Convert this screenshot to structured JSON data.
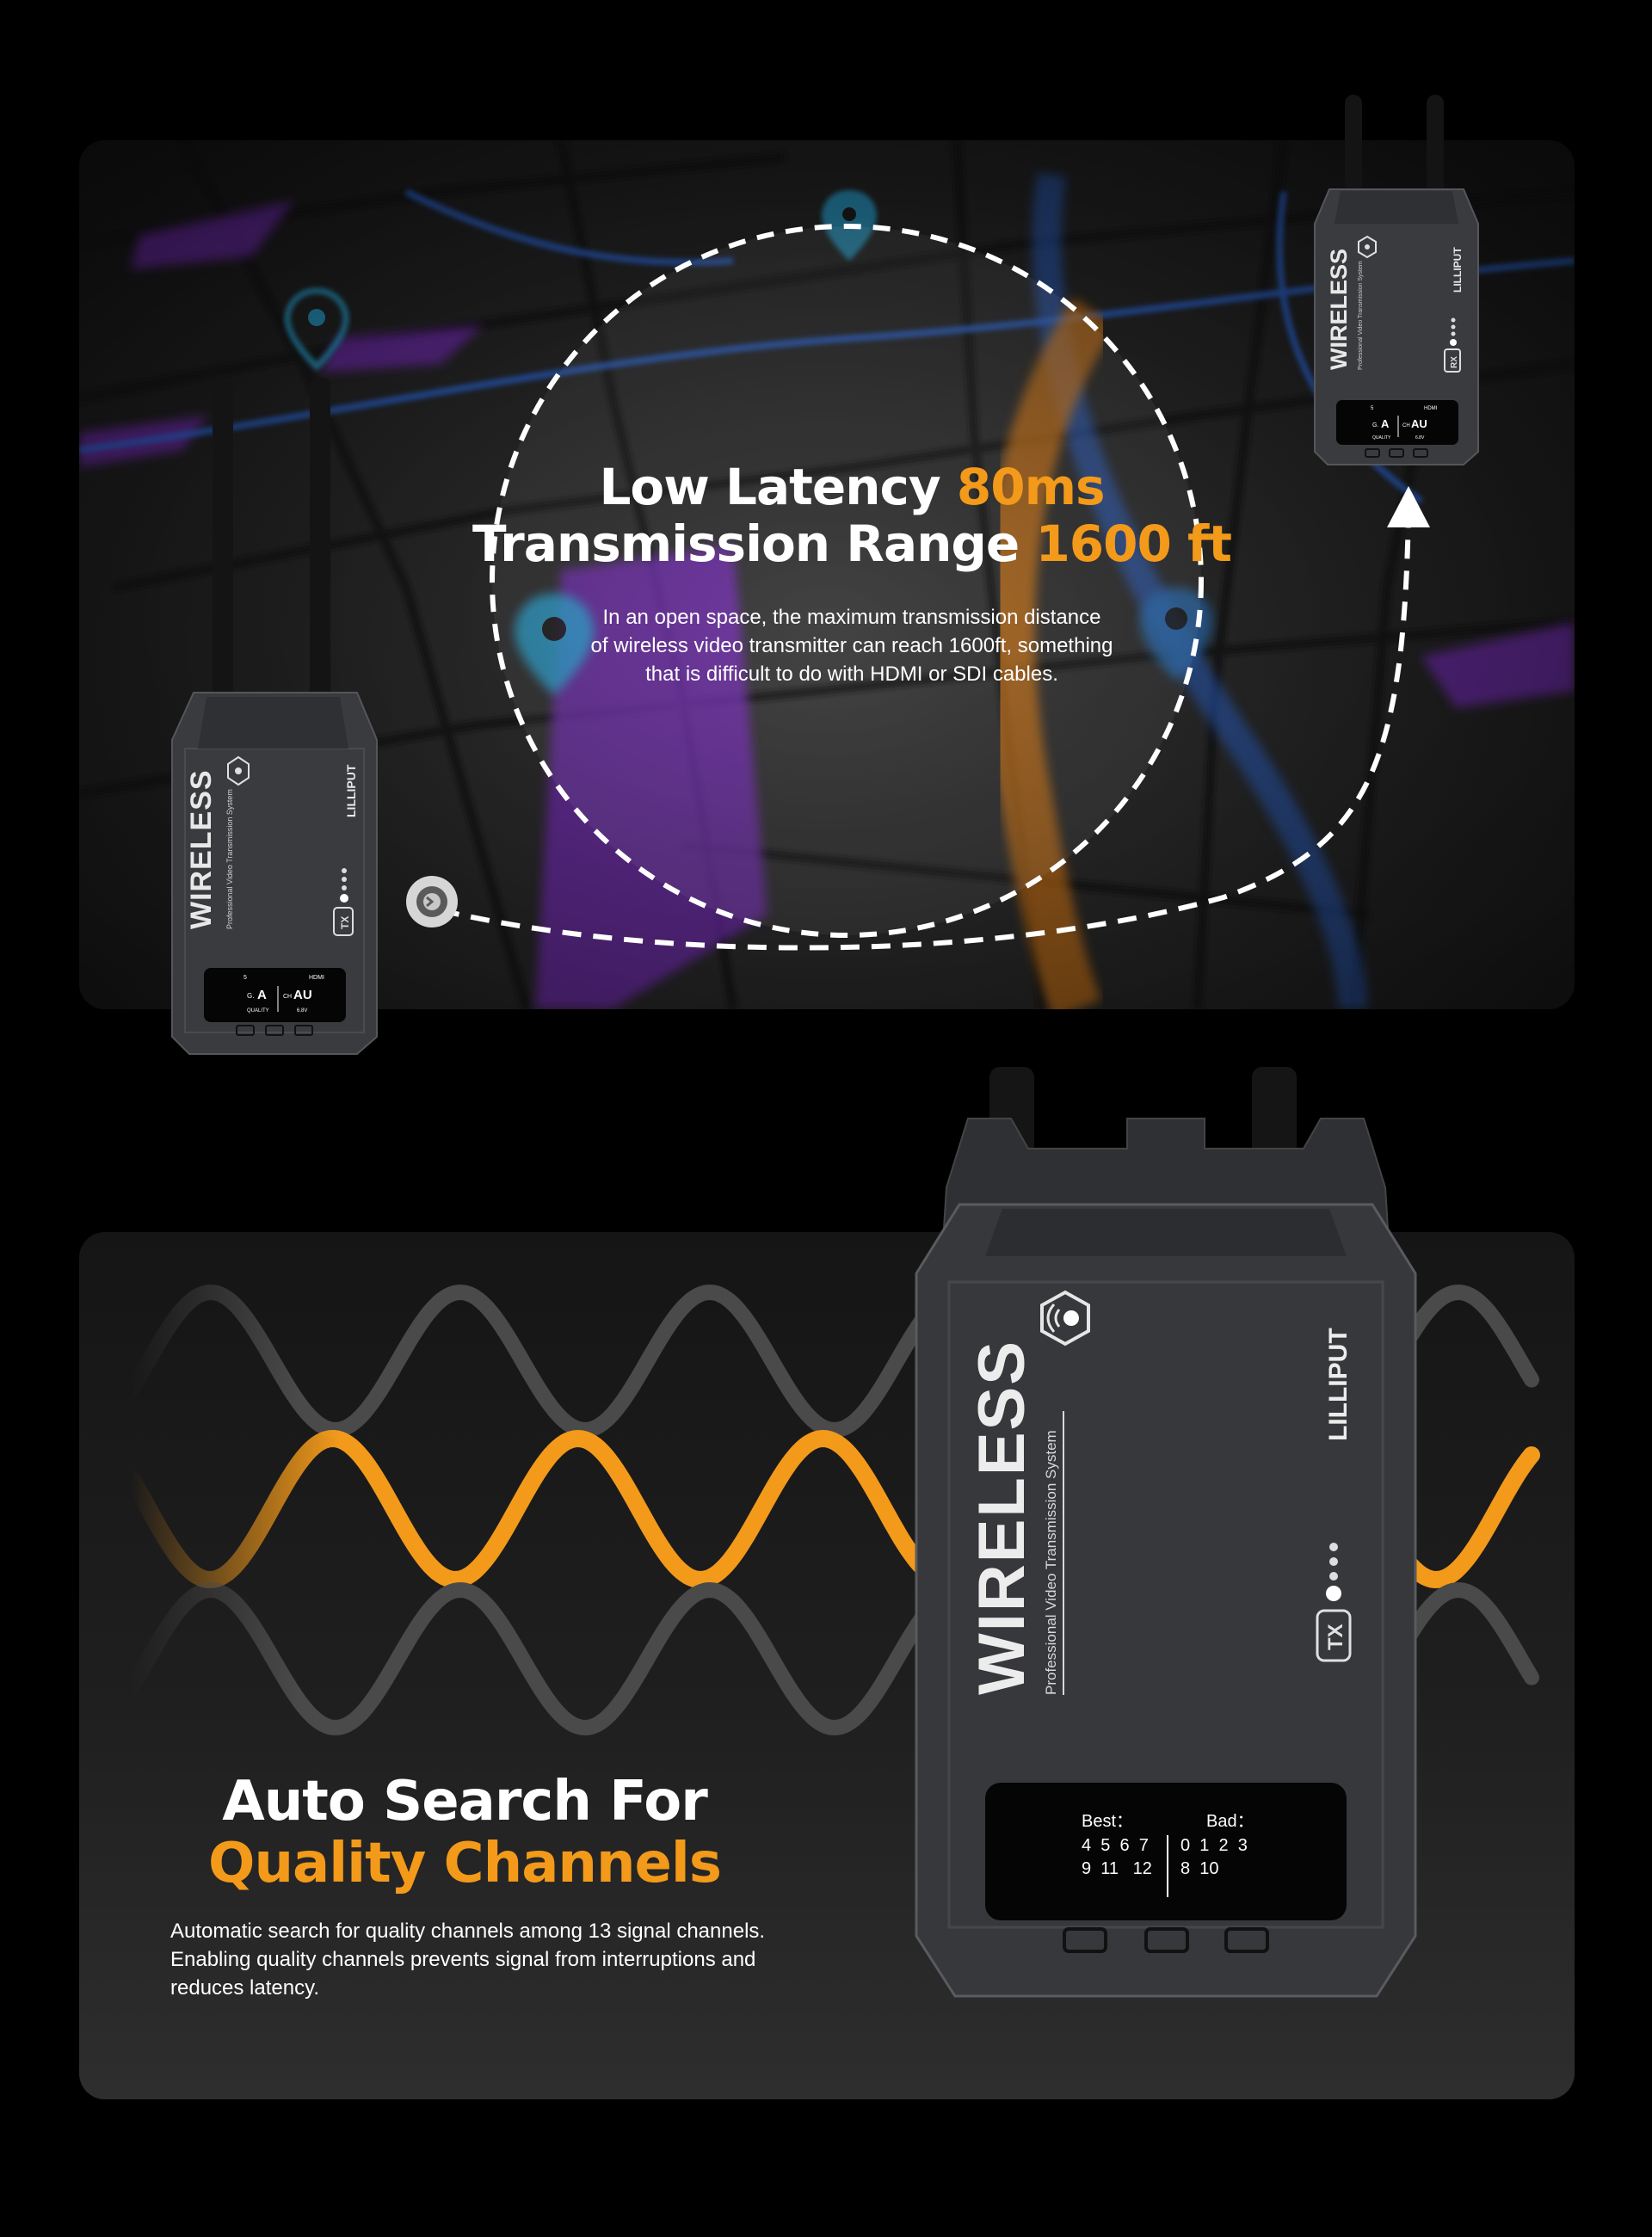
{
  "colors": {
    "accent": "#f39a1a",
    "route_blue": "#2f6bdc",
    "route_purple": "#7a2fc0",
    "pin_cyan": "#2aa6d6",
    "device_body": "#3a3b3e"
  },
  "section_latency": {
    "line1_prefix": "Low Latency ",
    "line1_highlight": "80ms",
    "line2_prefix": "Transmission Range ",
    "line2_highlight": "1600 ft",
    "description": [
      "In an open space, the maximum transmission distance",
      "of wireless video transmitter can reach 1600ft, something",
      "that is difficult to do with HDMI or SDI cables."
    ]
  },
  "section_channels": {
    "title_line1": "Auto Search For",
    "title_line2": "Quality Channels",
    "description": [
      "Automatic search for quality channels among 13 signal channels.",
      "Enabling quality channels prevents signal from interruptions and",
      "reduces latency."
    ]
  },
  "device": {
    "brand": "WIRELESS",
    "subtitle": "Professional Video Transmission System",
    "maker": "LILLIPUT",
    "tx_badge": "TX",
    "rx_badge": "RX",
    "screen_small": {
      "top_left": "5",
      "top_right": "HDMI",
      "mid_left_label": "G.",
      "mid_left_value": "A",
      "mid_right_label": "CH",
      "mid_right_value": "AU",
      "bottom_left": "QUALITY",
      "bottom_right": "6.8V"
    },
    "screen_large": {
      "best_label": "Best：",
      "bad_label": "Bad：",
      "best_row1": "4  5  6  7",
      "best_row2": "9  11   12",
      "bad_row1": "0  1  2  3",
      "bad_row2": "8  10"
    }
  }
}
